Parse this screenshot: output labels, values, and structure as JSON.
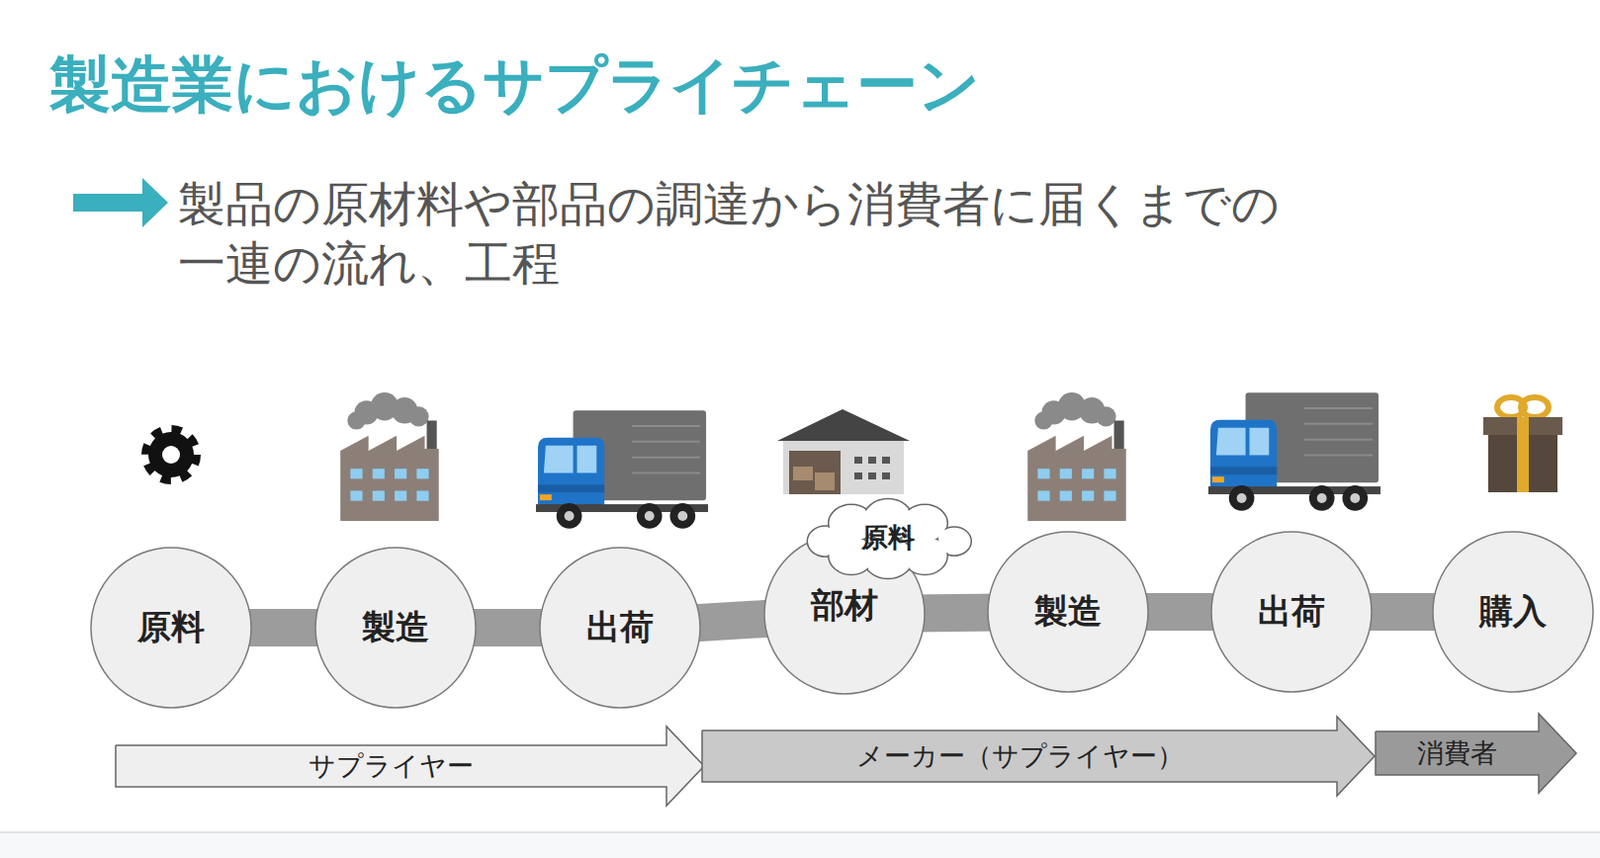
{
  "diagram": {
    "title": "製造業におけるサプライチェーン",
    "nodes": [
      {
        "text": [
          "原料"
        ]
      },
      {
        "text": [
          "製造"
        ]
      },
      {
        "text": [
          "出荷"
        ]
      },
      {
        "text": [
          "部材"
        ]
      },
      {
        "text": [
          "原料"
        ]
      },
      {
        "text": [
          "製造"
        ]
      },
      {
        "text": [
          "出荷"
        ]
      },
      {
        "text": [
          "購入"
        ]
      },
      {
        "text": [
          "サプライヤー"
        ]
      },
      {
        "text": [
          "メーカー（サプライヤー）"
        ]
      },
      {
        "text": [
          "消費者"
        ]
      }
    ],
    "edges": [
      {
        "from": 0,
        "to": 1,
        "arrow": "none"
      },
      {
        "from": 1,
        "to": 2,
        "arrow": "none"
      },
      {
        "from": 2,
        "to": 3,
        "arrow": "none"
      },
      {
        "from": 3,
        "to": 5,
        "arrow": "none"
      },
      {
        "from": 5,
        "to": 6,
        "arrow": "none"
      },
      {
        "from": 6,
        "to": 7,
        "arrow": "none"
      }
    ],
    "labels": [
      "製品の原材料や部品の調達から消費者に届くまでの 一連の流れ、工程"
    ]
  }
}
